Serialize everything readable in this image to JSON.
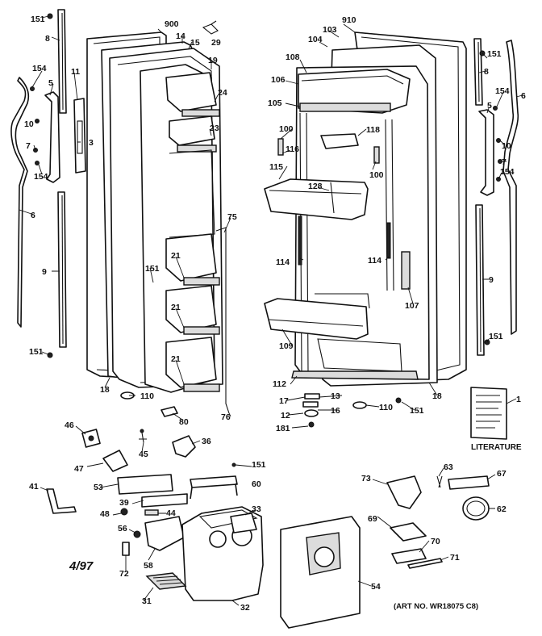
{
  "date_code": "4/97",
  "literature_label": "LITERATURE",
  "art_no": "(ART NO. WR18075 C8)",
  "callouts": [
    {
      "id": "c151a",
      "text": "151"
    },
    {
      "id": "c8a",
      "text": "8"
    },
    {
      "id": "c154a",
      "text": "154"
    },
    {
      "id": "c5a",
      "text": "5"
    },
    {
      "id": "c11",
      "text": "11"
    },
    {
      "id": "c10a",
      "text": "10"
    },
    {
      "id": "c3",
      "text": "3"
    },
    {
      "id": "c7a",
      "text": "7"
    },
    {
      "id": "c154b",
      "text": "154"
    },
    {
      "id": "c6a",
      "text": "6"
    },
    {
      "id": "c9a",
      "text": "9"
    },
    {
      "id": "c151b",
      "text": "151"
    },
    {
      "id": "c900",
      "text": "900"
    },
    {
      "id": "c14",
      "text": "14"
    },
    {
      "id": "c15",
      "text": "15"
    },
    {
      "id": "c29",
      "text": "29"
    },
    {
      "id": "c19",
      "text": "19"
    },
    {
      "id": "c24",
      "text": "24"
    },
    {
      "id": "c23",
      "text": "23"
    },
    {
      "id": "c75",
      "text": "75"
    },
    {
      "id": "c151c",
      "text": "151"
    },
    {
      "id": "c21a",
      "text": "21"
    },
    {
      "id": "c21b",
      "text": "21"
    },
    {
      "id": "c21c",
      "text": "21"
    },
    {
      "id": "c18a",
      "text": "18"
    },
    {
      "id": "c110a",
      "text": "110"
    },
    {
      "id": "c80",
      "text": "80"
    },
    {
      "id": "c76",
      "text": "76"
    },
    {
      "id": "c910",
      "text": "910"
    },
    {
      "id": "c103",
      "text": "103"
    },
    {
      "id": "c104",
      "text": "104"
    },
    {
      "id": "c108",
      "text": "108"
    },
    {
      "id": "c106",
      "text": "106"
    },
    {
      "id": "c105",
      "text": "105"
    },
    {
      "id": "c100a",
      "text": "100"
    },
    {
      "id": "c118",
      "text": "118"
    },
    {
      "id": "c116",
      "text": "116"
    },
    {
      "id": "c115",
      "text": "115"
    },
    {
      "id": "c128",
      "text": "128"
    },
    {
      "id": "c100b",
      "text": "100"
    },
    {
      "id": "c114a",
      "text": "114"
    },
    {
      "id": "c114b",
      "text": "114"
    },
    {
      "id": "c107",
      "text": "107"
    },
    {
      "id": "c109",
      "text": "109"
    },
    {
      "id": "c112",
      "text": "112"
    },
    {
      "id": "c17",
      "text": "17"
    },
    {
      "id": "c13",
      "text": "13"
    },
    {
      "id": "c12",
      "text": "12"
    },
    {
      "id": "c16",
      "text": "16"
    },
    {
      "id": "c181",
      "text": "181"
    },
    {
      "id": "c110b",
      "text": "110"
    },
    {
      "id": "c151d",
      "text": "151"
    },
    {
      "id": "c18b",
      "text": "18"
    },
    {
      "id": "c151e",
      "text": "151"
    },
    {
      "id": "c8b",
      "text": "8"
    },
    {
      "id": "c6b",
      "text": "6"
    },
    {
      "id": "c154c",
      "text": "154"
    },
    {
      "id": "c5b",
      "text": "5"
    },
    {
      "id": "c10b",
      "text": "10"
    },
    {
      "id": "c7b",
      "text": "7"
    },
    {
      "id": "c154d",
      "text": "154"
    },
    {
      "id": "c9b",
      "text": "9"
    },
    {
      "id": "c151f",
      "text": "151"
    },
    {
      "id": "c1",
      "text": "1"
    },
    {
      "id": "c46",
      "text": "46"
    },
    {
      "id": "c45",
      "text": "45"
    },
    {
      "id": "c36",
      "text": "36"
    },
    {
      "id": "c47",
      "text": "47"
    },
    {
      "id": "c151g",
      "text": "151"
    },
    {
      "id": "c41",
      "text": "41"
    },
    {
      "id": "c53",
      "text": "53"
    },
    {
      "id": "c60",
      "text": "60"
    },
    {
      "id": "c39",
      "text": "39"
    },
    {
      "id": "c44",
      "text": "44"
    },
    {
      "id": "c33",
      "text": "33"
    },
    {
      "id": "c48",
      "text": "48"
    },
    {
      "id": "c56",
      "text": "56"
    },
    {
      "id": "c58",
      "text": "58"
    },
    {
      "id": "c72",
      "text": "72"
    },
    {
      "id": "c31",
      "text": "31"
    },
    {
      "id": "c32",
      "text": "32"
    },
    {
      "id": "c54",
      "text": "54"
    },
    {
      "id": "c73",
      "text": "73"
    },
    {
      "id": "c63",
      "text": "63"
    },
    {
      "id": "c67",
      "text": "67"
    },
    {
      "id": "c62",
      "text": "62"
    },
    {
      "id": "c69",
      "text": "69"
    },
    {
      "id": "c70",
      "text": "70"
    },
    {
      "id": "c71",
      "text": "71"
    }
  ]
}
